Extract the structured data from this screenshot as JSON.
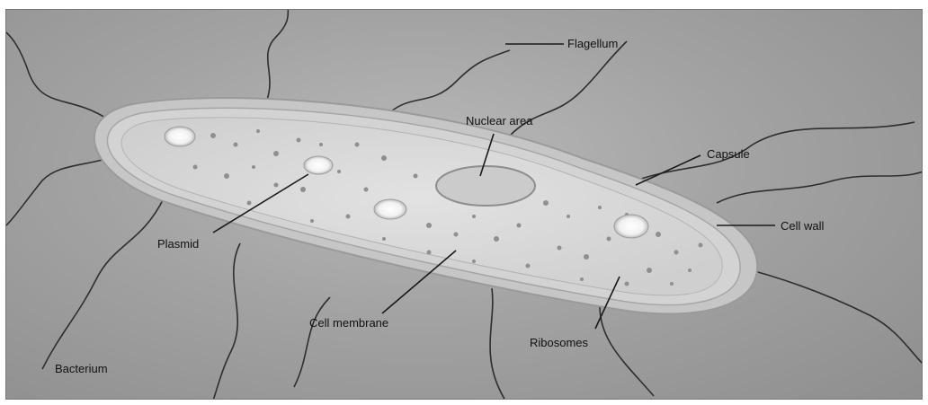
{
  "labels": {
    "flagellum": "Flagellum",
    "nuclear_area": "Nuclear area",
    "capsule": "Capsule",
    "cell_wall": "Cell wall",
    "plasmid": "Plasmid",
    "cell_membrane": "Cell membrane",
    "ribosomes": "Ribosomes",
    "bacterium": "Bacterium"
  },
  "colors": {
    "background": "#a3a3a3",
    "capsule": "#c8c8c8",
    "cytoplasm": "#d9d9d9",
    "ribosome": "#8f8f8f",
    "leader_line": "#1a1a1a",
    "flagellum": "#333333"
  }
}
